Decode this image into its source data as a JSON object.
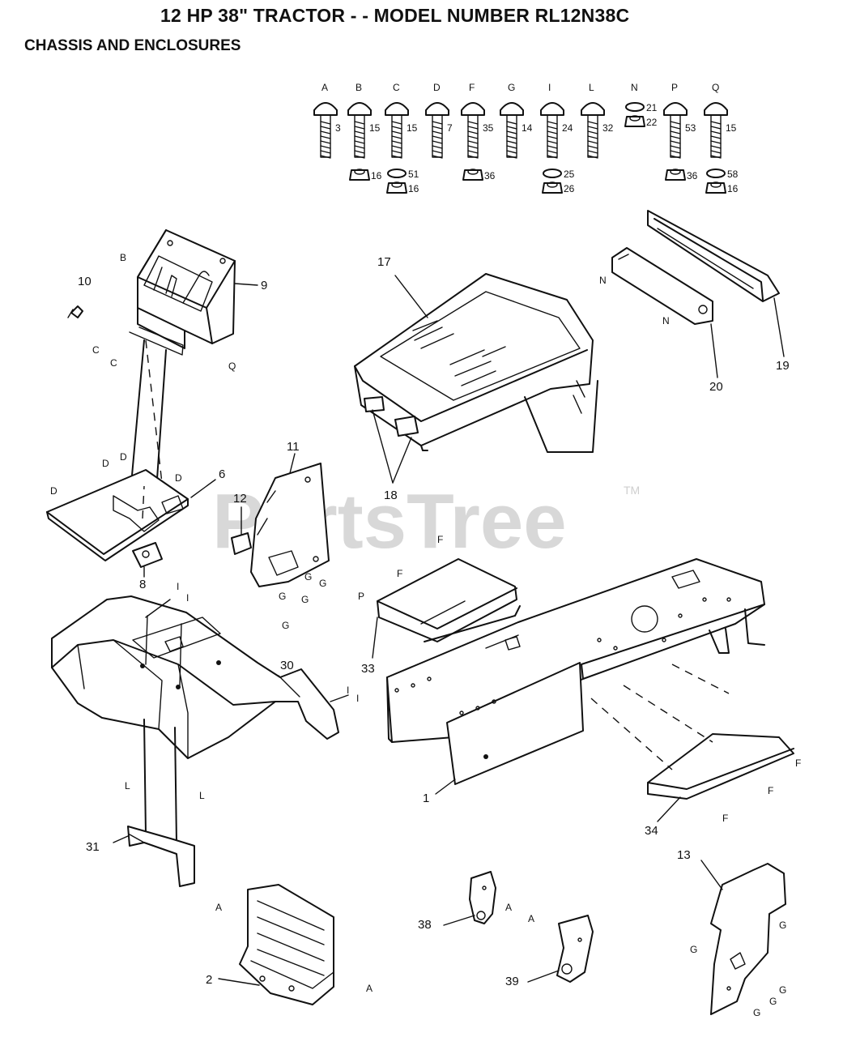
{
  "header": {
    "title": "12 HP 38\" TRACTOR - - MODEL NUMBER RL12N38C",
    "subtitle": "CHASSIS AND ENCLOSURES"
  },
  "watermark": {
    "text": "PartsTree",
    "mark": "TM"
  },
  "hardware": [
    {
      "letter": "A",
      "bolt": "3"
    },
    {
      "letter": "B",
      "bolt": "15",
      "nut": "16"
    },
    {
      "letter": "C",
      "bolt": "15",
      "washer": "51",
      "nut": "16"
    },
    {
      "letter": "D",
      "bolt": "7"
    },
    {
      "letter": "F",
      "bolt": "35",
      "nut": "36"
    },
    {
      "letter": "G",
      "bolt": "14"
    },
    {
      "letter": "I",
      "bolt": "24",
      "washer": "25",
      "nut": "26"
    },
    {
      "letter": "L",
      "bolt": "32"
    },
    {
      "letter": "N",
      "washer": "21",
      "nut": "22"
    },
    {
      "letter": "P",
      "bolt": "53",
      "nut": "36"
    },
    {
      "letter": "Q",
      "bolt": "15",
      "washer": "58",
      "nut": "16"
    }
  ],
  "callouts": {
    "p1": "1",
    "p2": "2",
    "p6": "6",
    "p8": "8",
    "p9": "9",
    "p10": "10",
    "p11": "11",
    "p12": "12",
    "p13": "13",
    "p17": "17",
    "p18": "18",
    "p19": "19",
    "p20": "20",
    "p30": "30",
    "p31": "31",
    "p33": "33",
    "p34": "34",
    "p38": "38",
    "p39": "39"
  },
  "fastener_marks": {
    "A": "A",
    "B": "B",
    "C": "C",
    "D": "D",
    "F": "F",
    "G": "G",
    "I": "I",
    "L": "L",
    "N": "N",
    "P": "P",
    "Q": "Q"
  }
}
